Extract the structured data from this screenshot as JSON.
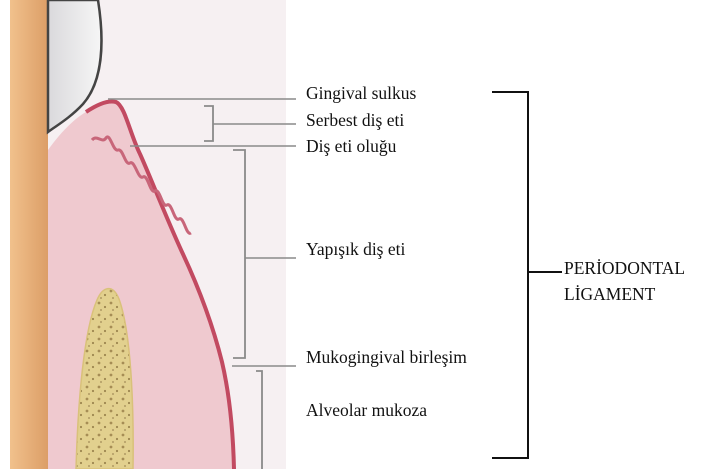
{
  "diagram": {
    "labels": {
      "gingival_sulkus": "Gingival sulkus",
      "serbest_dis_eti": "Serbest diş eti",
      "dis_eti_olugu": "Diş eti oluğu",
      "yapisik_dis_eti": "Yapışık diş eti",
      "mukogingival_birlesim": "Mukogingival birleşim",
      "alveolar_mukoza": "Alveolar mukoza"
    },
    "bracket_label": {
      "line1": "PERİODONTAL",
      "line2": "LİGAMENT"
    },
    "colors": {
      "tooth_root": "#e8b07a",
      "enamel": "#f1efef",
      "gingiva": "#efc9cf",
      "gingiva_edge": "#c24a61",
      "bone": "#e2d08e",
      "background_panel": "#f6f0f2"
    }
  }
}
